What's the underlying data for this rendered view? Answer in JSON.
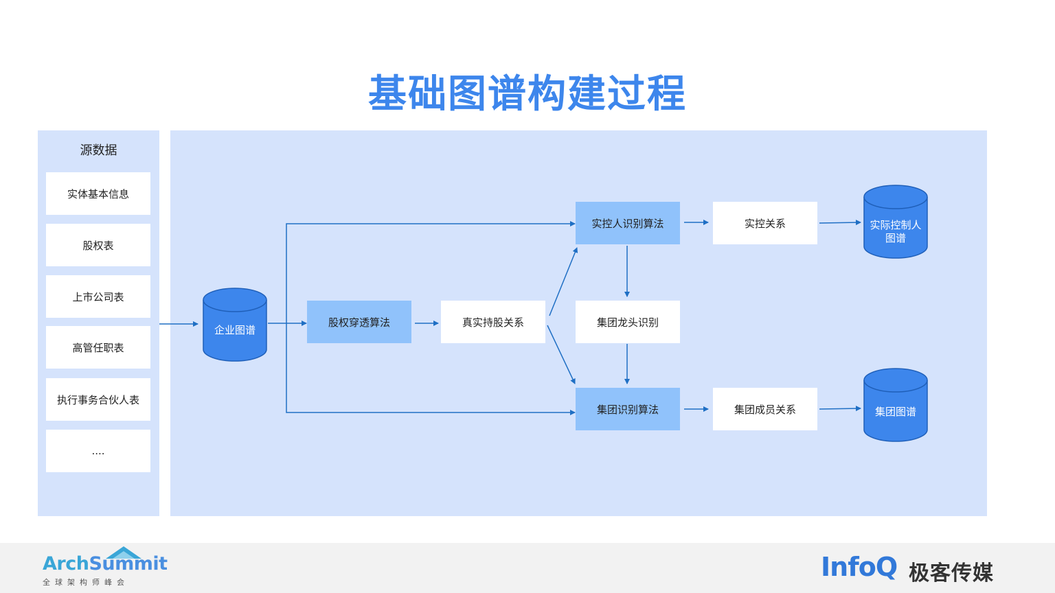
{
  "title": "基础图谱构建过程",
  "source_panel": {
    "heading": "源数据",
    "items": [
      "实体基本信息",
      "股权表",
      "上市公司表",
      "高管任职表",
      "执行事务合伙人表",
      "...."
    ]
  },
  "databases": {
    "enterprise": "企业图谱",
    "actual_controller": [
      "实际控制人",
      "图谱"
    ],
    "group": "集团图谱"
  },
  "nodes": {
    "equity_algo": "股权穿透算法",
    "real_holding": "真实持股关系",
    "controller_algo": "实控人识别算法",
    "group_leader": "集团龙头识别",
    "group_algo": "集团识别算法",
    "control_rel": "实控关系",
    "group_member_rel": "集团成员关系"
  },
  "colors": {
    "title": "#3d86ec",
    "panel": "#d5e3fc",
    "algo_box": "#90c2fb",
    "database": "#3d86ec",
    "arrow": "#1f6fc4"
  },
  "footer": {
    "left_logo": {
      "brand_a": "Arch",
      "brand_b": "Summit",
      "tagline": "全球架构师峰会"
    },
    "right_logo": {
      "brand": "InfoQ",
      "cn": "极客传媒"
    }
  }
}
